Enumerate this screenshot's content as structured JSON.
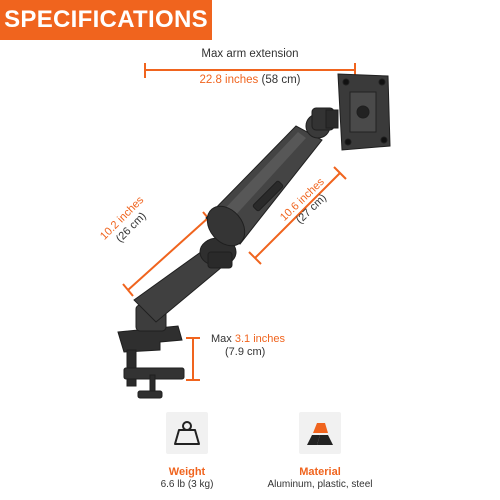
{
  "banner": {
    "title": "SPECIFICATIONS"
  },
  "colors": {
    "accent": "#f0641e",
    "arm": "#3a3a3a",
    "text": "#333333",
    "icon_bg": "#f1f1f1"
  },
  "arm_extension": {
    "label": "Max arm extension",
    "inches": "22.8 inches",
    "cm": "(58 cm)"
  },
  "lower_arm": {
    "inches": "10.2 inches",
    "cm": "(26 cm)"
  },
  "upper_arm": {
    "inches": "10.6 inches",
    "cm": "(27 cm)"
  },
  "height": {
    "prefix": "Max",
    "inches": "3.1 inches",
    "cm": "(7.9 cm)"
  },
  "features": {
    "weight": {
      "icon": "weight-icon",
      "title": "Weight",
      "value": "6.6 lb (3 kg)"
    },
    "material": {
      "icon": "material-icon",
      "title": "Material",
      "value": "Aluminum, plastic, steel"
    }
  }
}
